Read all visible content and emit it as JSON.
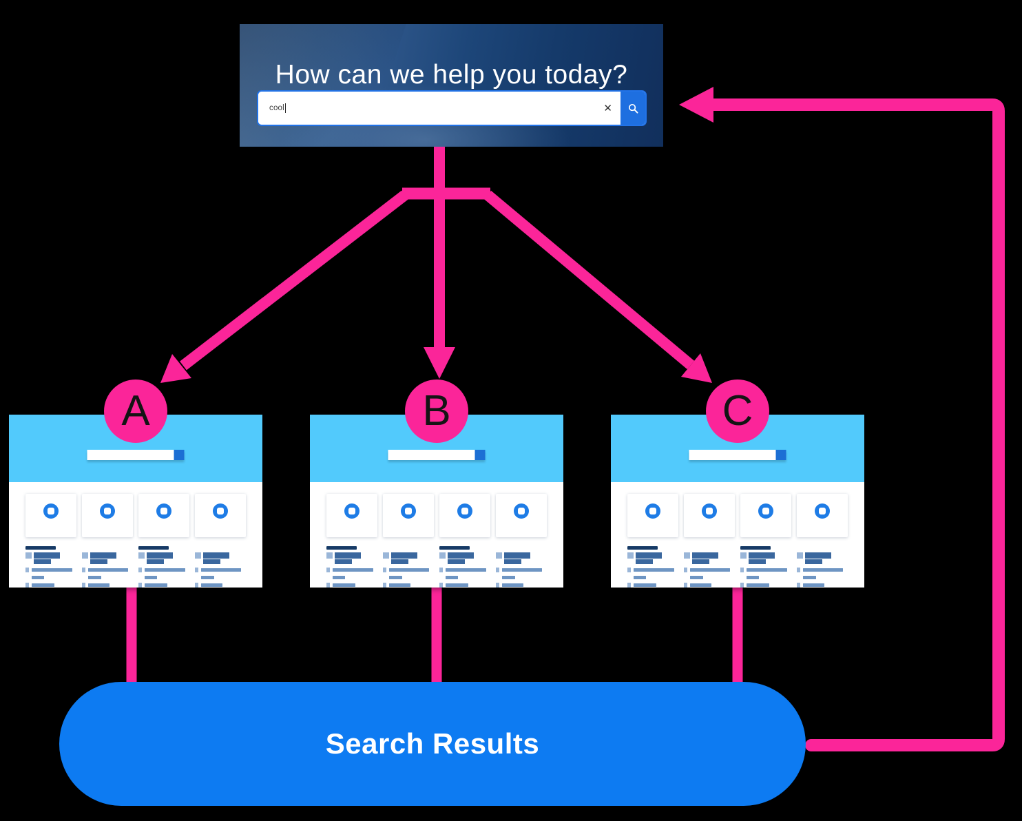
{
  "colors": {
    "pink": "#fb2599",
    "pill_blue": "#0d7bf2",
    "thumb_header_blue": "#52cafc",
    "icon_blue": "#1e7ce6",
    "search_border_blue": "#2273e8",
    "search_button_blue": "#1e6fe0",
    "mini_button_blue": "#1c6fd4",
    "sk_navy": "#163a66",
    "sk_dark": "#3a679e",
    "sk_med": "#6e95c3",
    "sk_light": "#9ab6d8",
    "bg": "#000000"
  },
  "banner": {
    "heading": "How can we help you today?",
    "search_value": "cool",
    "clear_icon": "✕"
  },
  "nodes": [
    {
      "label": "A"
    },
    {
      "label": "B"
    },
    {
      "label": "C"
    }
  ],
  "result_pill": {
    "label": "Search Results"
  },
  "site_thumbnail": {
    "card_count": 4,
    "columns": [
      {
        "header": true,
        "featured": {
          "line1": 62,
          "line2": 40
        },
        "rows": [
          {
            "icon": true,
            "w": 80
          },
          {
            "icon": false,
            "w": 24
          },
          {
            "icon": true,
            "w": 45
          },
          {
            "icon": true,
            "w": 14
          },
          {
            "icon": true,
            "w": 55
          }
        ]
      },
      {
        "header": false,
        "featured": {
          "line1": 62,
          "line2": 40
        },
        "rows": [
          {
            "icon": true,
            "w": 78
          },
          {
            "icon": false,
            "w": 26
          },
          {
            "icon": true,
            "w": 42
          },
          {
            "icon": true,
            "w": 14
          },
          {
            "icon": true,
            "w": 58
          }
        ]
      },
      {
        "header": true,
        "featured": {
          "line1": 62,
          "line2": 40
        },
        "rows": [
          {
            "icon": true,
            "w": 80
          },
          {
            "icon": false,
            "w": 24
          },
          {
            "icon": true,
            "w": 45
          },
          {
            "icon": true,
            "w": 14
          },
          {
            "icon": true,
            "w": 55
          }
        ]
      },
      {
        "header": false,
        "featured": {
          "line1": 62,
          "line2": 40
        },
        "rows": [
          {
            "icon": true,
            "w": 78
          },
          {
            "icon": false,
            "w": 26
          },
          {
            "icon": true,
            "w": 42
          },
          {
            "icon": true,
            "w": 14
          },
          {
            "icon": true,
            "w": 58
          }
        ]
      }
    ]
  }
}
